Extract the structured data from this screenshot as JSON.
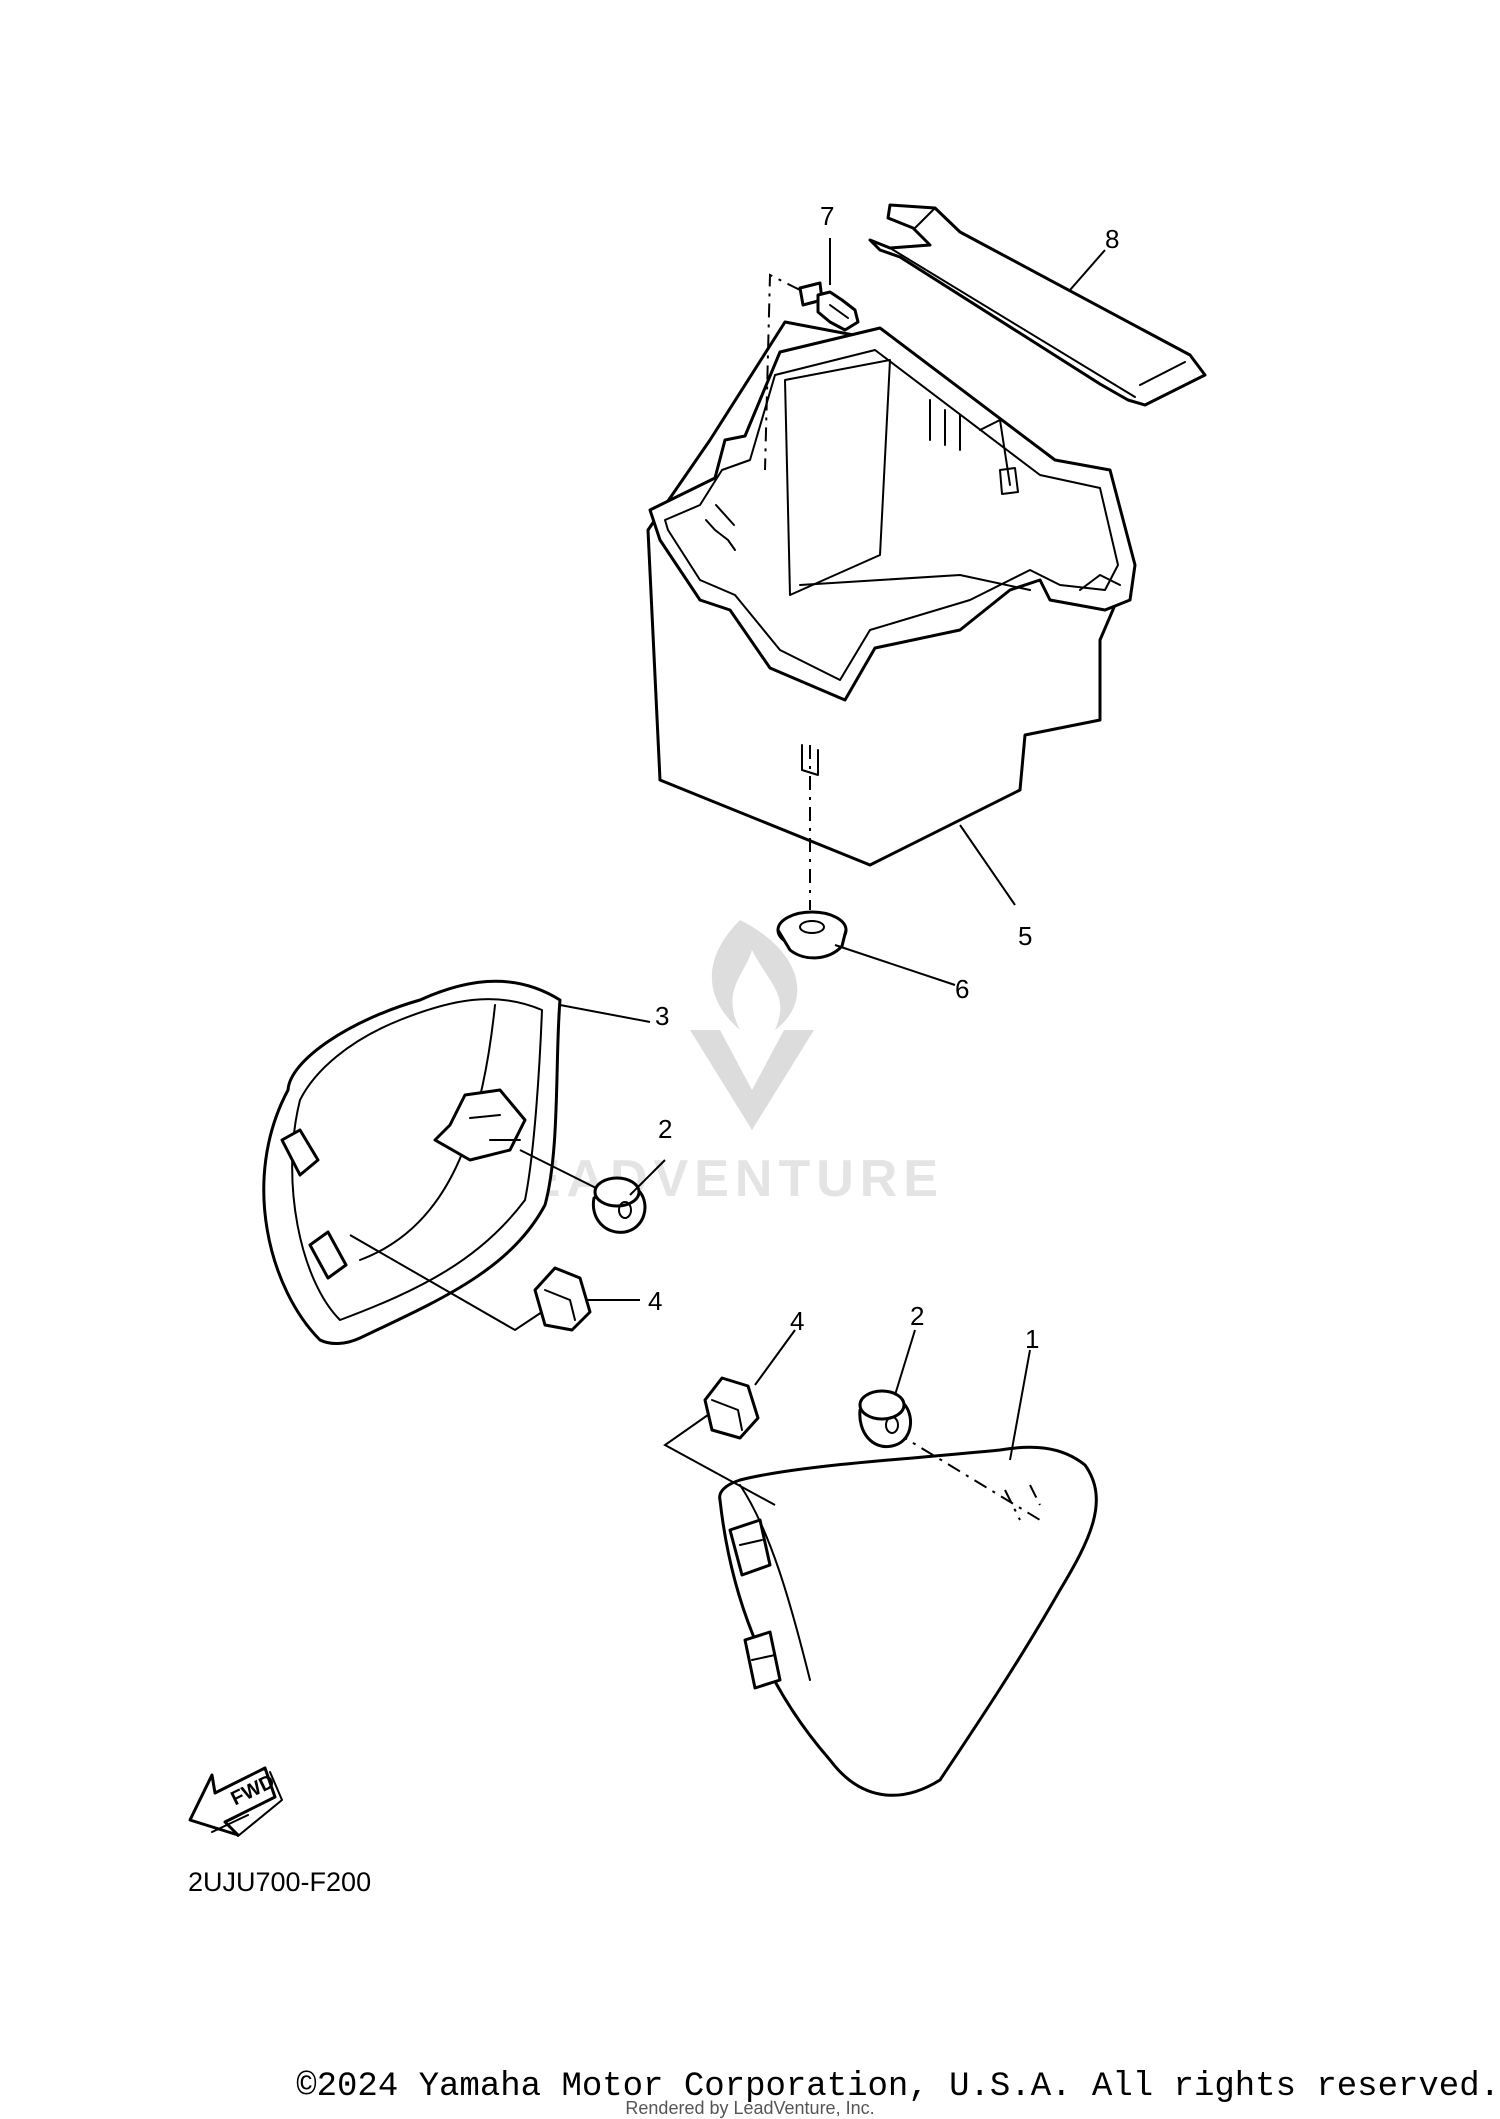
{
  "diagram": {
    "code": "2UJU700-F200",
    "fwd_label": "FWD",
    "copyright": "©2024 Yamaha Motor Corporation, U.S.A. All rights reserved.",
    "rendered_by": "Rendered by LeadVenture, Inc.",
    "watermark": "LEADVENTURE",
    "callouts": [
      "1",
      "2",
      "2",
      "3",
      "4",
      "4",
      "5",
      "6",
      "7",
      "8"
    ]
  }
}
